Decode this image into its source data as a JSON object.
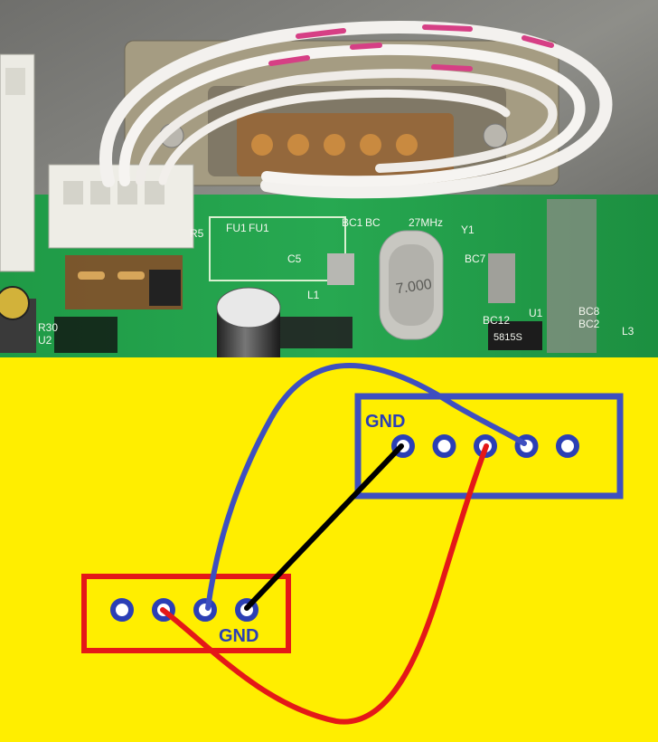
{
  "photo": {
    "silkscreen": [
      "BC1",
      "BC",
      "27MHz",
      "Y1",
      "FU1",
      "FU1",
      "R5",
      "C5",
      "BC7",
      "BC12",
      "U1",
      "L1",
      "R30",
      "U2",
      "BC8",
      "BC2",
      "L3",
      "5815S"
    ],
    "crystal_text": "7.000"
  },
  "diagram": {
    "background": "#ffee00",
    "connector_top": {
      "label": "GND",
      "pins": 5,
      "border_color": "#3e4fc0"
    },
    "connector_bottom": {
      "label": "GND",
      "pins": 4,
      "border_color": "#e41818"
    },
    "wires": [
      {
        "color": "blue",
        "hex": "#3e4fc0",
        "from_connector": "bottom",
        "from_pin": 3,
        "to_connector": "top",
        "to_pin": 4
      },
      {
        "color": "black",
        "hex": "#000000",
        "from_connector": "bottom",
        "from_pin": 4,
        "to_connector": "top",
        "to_pin": 1
      },
      {
        "color": "red",
        "hex": "#e41818",
        "from_connector": "bottom",
        "from_pin": 2,
        "to_connector": "top",
        "to_pin": 3
      }
    ]
  }
}
